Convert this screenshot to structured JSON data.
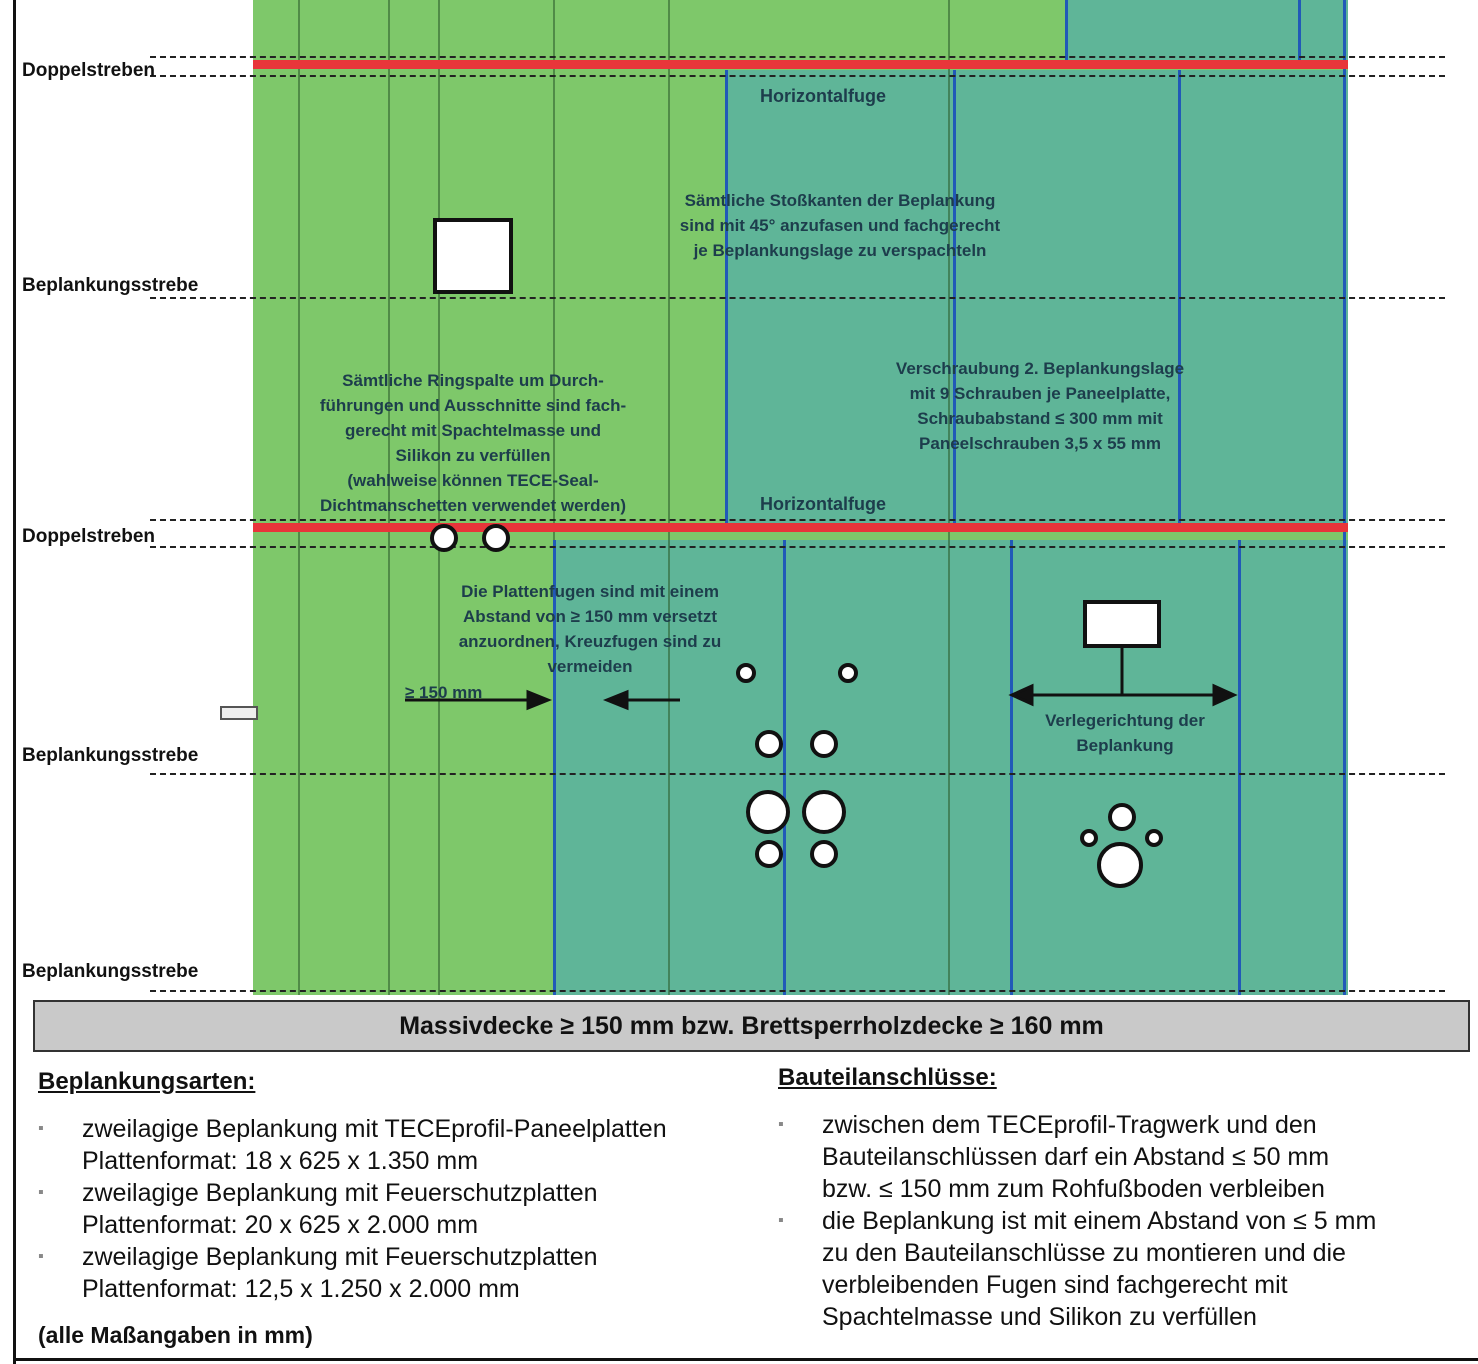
{
  "diagram": {
    "strut_labels": [
      {
        "id": "doppel-top",
        "label": "Doppelstreben"
      },
      {
        "id": "beplankung-1",
        "label": "Beplankungsstrebe"
      },
      {
        "id": "doppel-mid",
        "label": "Doppelstreben"
      },
      {
        "id": "beplankung-2",
        "label": "Beplankungsstrebe"
      },
      {
        "id": "beplankung-3",
        "label": "Beplankungsstrebe"
      }
    ],
    "horizontal_joint_label_1": "Horizontalfuge",
    "horizontal_joint_label_2": "Horizontalfuge",
    "note_edges": "Sämtliche Stoßkanten der Beplankung\nsind mit 45° anzufasen und fachgerecht\nje Beplankungslage zu verspachteln",
    "note_rings": "Sämtliche Ringspalte um Durch-\nführungen und Ausschnitte sind fach-\ngerecht  mit Spachtelmasse und\nSilikon zu verfüllen\n(wahlweise können TECE-Seal-\nDichtmanschetten verwendet werden)",
    "note_screws": "Verschraubung 2. Beplankungslage\nmit 9 Schrauben je Paneelplatte,\nSchraubabstand ≤ 300 mm mit\nPaneelschrauben 3,5 x 55 mm",
    "note_joints": "Die Plattenfugen sind mit einem\nAbstand von ≥ 150 mm versetzt\nanzuordnen, Kreuzfugen sind zu\nvermeiden",
    "offset_label": "≥ 150 mm",
    "direction_label": "Verlegerichtung der\nBeplankung",
    "slab_label": "Massivdecke ≥ 150 mm bzw. Brettsperrholzdecke ≥ 160 mm",
    "colors": {
      "wall_green": "#7ec86a",
      "panel_teal": "#5fb598",
      "strut_red": "#e8353a",
      "joint_blue": "#2159b8"
    }
  },
  "legend": {
    "left_heading": "Beplankungsarten:",
    "left_items": [
      "zweilagige Beplankung mit TECEprofil-Paneelplatten\nPlattenformat: 18 x 625 x 1.350 mm",
      "zweilagige Beplankung mit Feuerschutzplatten\nPlattenformat: 20 x 625 x 2.000 mm",
      "zweilagige Beplankung mit Feuerschutzplatten\nPlattenformat: 12,5 x 1.250 x 2.000 mm"
    ],
    "footnote": "(alle Maßangaben in mm)",
    "right_heading": "Bauteilanschlüsse:",
    "right_items": [
      "zwischen dem TECEprofil-Tragwerk und den\nBauteilanschlüssen darf ein Abstand ≤ 50 mm\nbzw. ≤ 150 mm zum Rohfußboden verbleiben",
      "die Beplankung ist mit einem Abstand von ≤ 5 mm\nzu den Bauteilanschlüsse zu montieren und die\nverbleibenden Fugen sind fachgerecht mit\nSpachtelmasse und Silikon zu verfüllen"
    ]
  }
}
